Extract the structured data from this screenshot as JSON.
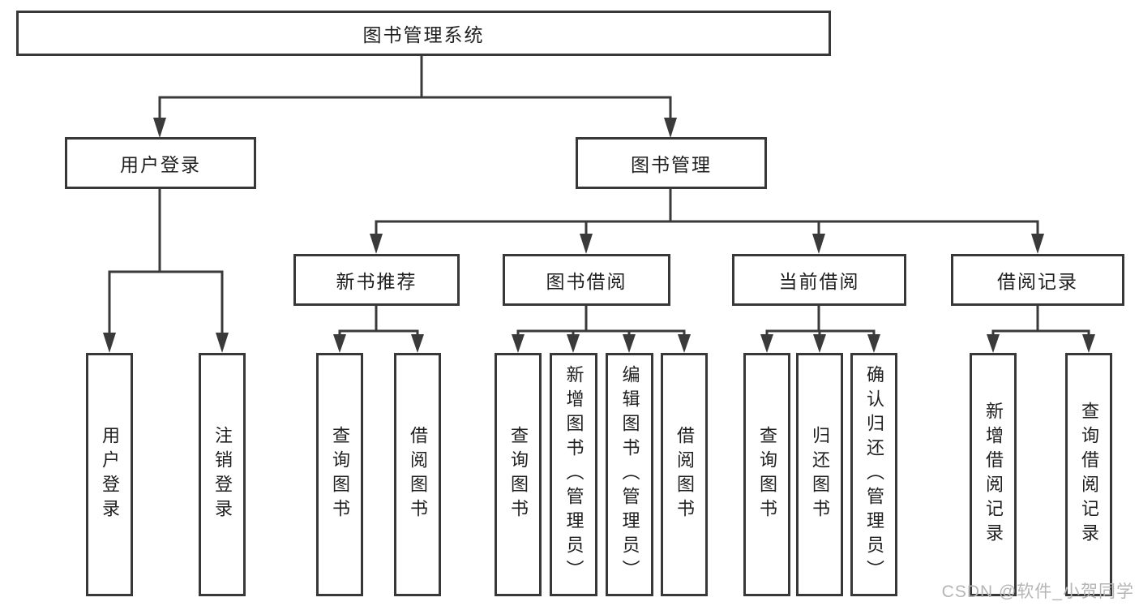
{
  "diagram": {
    "type": "tree",
    "root": "图书管理系统",
    "branches": [
      {
        "label": "用户登录",
        "children": [
          "用户登录",
          "注销登录"
        ]
      },
      {
        "label": "图书管理",
        "children": [
          {
            "label": "新书推荐",
            "children": [
              "查询图书",
              "借阅图书"
            ]
          },
          {
            "label": "图书借阅",
            "children": [
              "查询图书",
              "新增图书（管理员）",
              "编辑图书（管理员）",
              "借阅图书"
            ]
          },
          {
            "label": "当前借阅",
            "children": [
              "查询图书",
              "归还图书",
              "确认归还（管理员）"
            ]
          },
          {
            "label": "借阅记录",
            "children": [
              "新增借阅记录",
              "查询借阅记录"
            ]
          }
        ]
      }
    ]
  },
  "watermark": {
    "text": "CSDN @软件_小贺同学"
  },
  "colors": {
    "line": "#3a3a3a",
    "text": "#1f1f1f",
    "background": "#ffffff",
    "watermark_gray": "#b5b5b5"
  }
}
